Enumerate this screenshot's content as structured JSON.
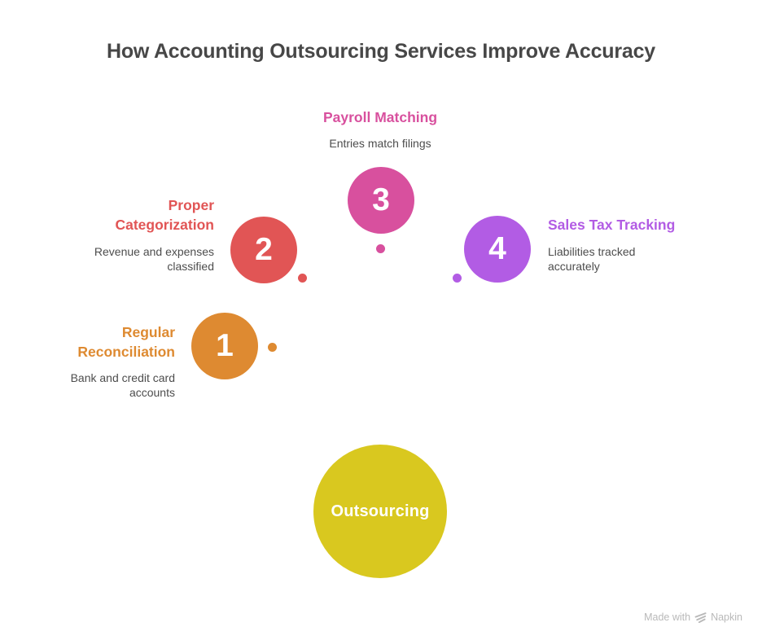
{
  "title": "How Accounting Outsourcing Services Improve Accuracy",
  "colors": {
    "title_text": "#474747",
    "body_text": "#4d4d4d",
    "background": "#ffffff",
    "watermark": "#b9b9b9"
  },
  "center_node": {
    "label": "Outsourcing",
    "color": "#d9c81f",
    "text_color": "#ffffff"
  },
  "steps": [
    {
      "number": "1",
      "heading": "Regular Reconciliation",
      "description": "Bank and credit card accounts",
      "color": "#de8a31"
    },
    {
      "number": "2",
      "heading": "Proper Categorization",
      "description": "Revenue and expenses classified",
      "color": "#e15555"
    },
    {
      "number": "3",
      "heading": "Payroll Matching",
      "description": "Entries match filings",
      "color": "#d8509e"
    },
    {
      "number": "4",
      "heading": "Sales Tax Tracking",
      "description": "Liabilities tracked accurately",
      "color": "#b25ce4"
    }
  ],
  "watermark": {
    "prefix": "Made with",
    "brand": "Napkin"
  }
}
